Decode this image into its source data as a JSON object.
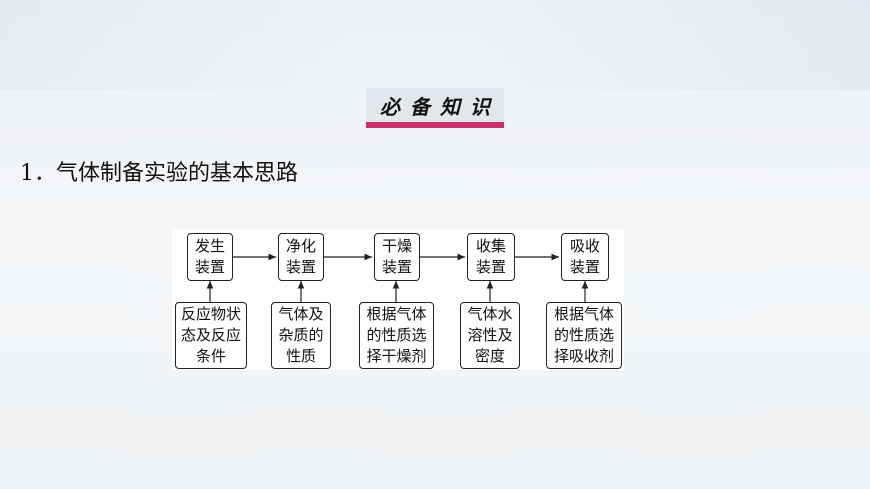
{
  "section_title": "必备知识",
  "heading": "1．气体制备实验的基本思路",
  "diagram": {
    "top_nodes": [
      {
        "line1": "发生",
        "line2": "装置"
      },
      {
        "line1": "净化",
        "line2": "装置"
      },
      {
        "line1": "干燥",
        "line2": "装置"
      },
      {
        "line1": "收集",
        "line2": "装置"
      },
      {
        "line1": "吸收",
        "line2": "装置"
      }
    ],
    "bottom_nodes": [
      {
        "line1": "反应物状",
        "line2": "态及反应",
        "line3": "条件"
      },
      {
        "line1": "气体及",
        "line2": "杂质的",
        "line3": "性质"
      },
      {
        "line1": "根据气体",
        "line2": "的性质选",
        "line3": "择干燥剂"
      },
      {
        "line1": "气体水",
        "line2": "溶性及",
        "line3": "密度"
      },
      {
        "line1": "根据气体",
        "line2": "的性质选",
        "line3": "择吸收剂"
      }
    ]
  },
  "colors": {
    "accent": "#c8316a",
    "title_box": "#e1e7ec"
  }
}
